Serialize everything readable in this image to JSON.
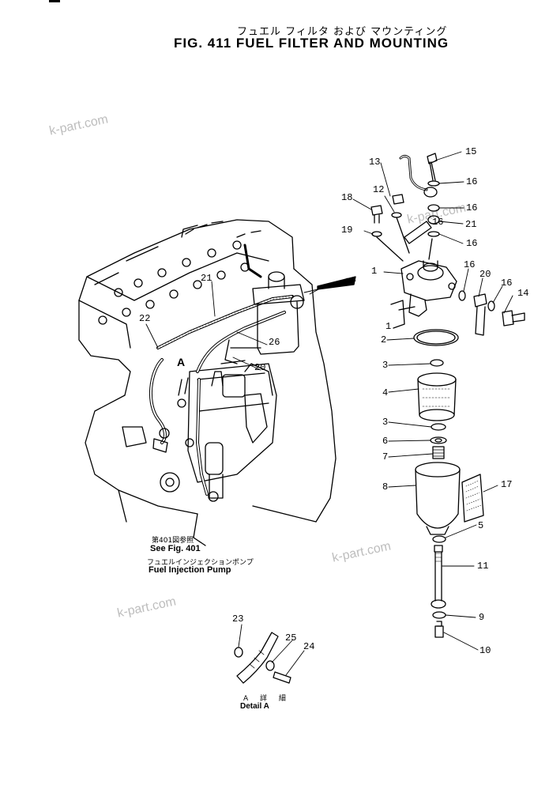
{
  "header": {
    "title_jp": "フュエル フィルタ および マウンティング",
    "title_en": "FIG. 411  FUEL FILTER AND MOUNTING"
  },
  "watermarks": [
    "k-part.com",
    "k-part.com",
    "k-part.com",
    "k-part.com"
  ],
  "callouts": [
    "1",
    "1",
    "2",
    "3",
    "3",
    "4",
    "5",
    "6",
    "7",
    "8",
    "9",
    "10",
    "11",
    "12",
    "13",
    "14",
    "15",
    "16",
    "16",
    "16",
    "16",
    "16",
    "16",
    "17",
    "18",
    "19",
    "20",
    "20",
    "21",
    "21",
    "22",
    "23",
    "24",
    "25",
    "26",
    "A"
  ],
  "references": {
    "see_fig_jp": "第401図参照",
    "see_fig": "See Fig. 401",
    "pump_jp": "フュエルインジェクションポンプ",
    "pump": "Fuel Injection Pump"
  },
  "detail": {
    "label_jp": "A 詳 細",
    "label": "Detail  A"
  }
}
